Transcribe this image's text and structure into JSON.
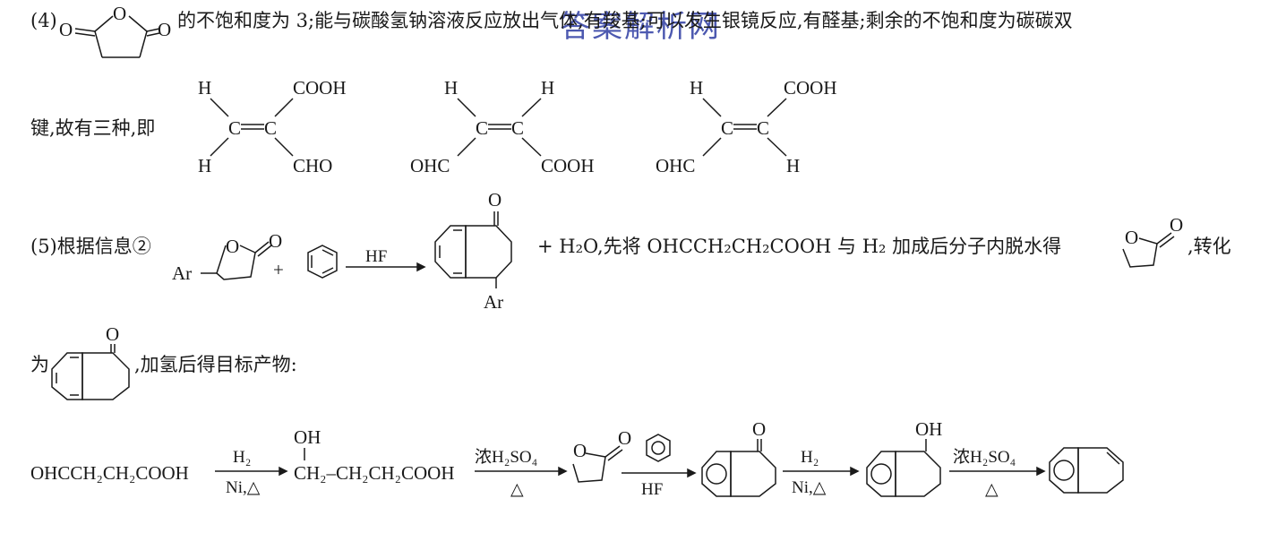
{
  "watermark": "答案解析网",
  "para4": {
    "label": "(4)",
    "text": "的不饱和度为 3;能与碳酸氢钠溶液反应放出气体,有羧基;可以发生银镜反应,有醛基;剩余的不饱和度为碳碳双"
  },
  "line2": {
    "text": "键,故有三种,即"
  },
  "isomers": {
    "h": "H",
    "c": "C",
    "cooh": "COOH",
    "cho": "CHO",
    "ohc": "OHC"
  },
  "para5": {
    "label": "(5)根据信息②",
    "ar": "Ar",
    "plus": "+",
    "hf": "HF",
    "o": "O",
    "text_after": "+ H₂O,先将 OHCCH₂CH₂COOH 与 H₂ 加成后分子内脱水得",
    "text_end": ",转化"
  },
  "line4": {
    "prefix": "为",
    "text": ",加氢后得目标产物:"
  },
  "synthesis": {
    "start": "OHCCH₂CH₂COOH",
    "step1_top": "H₂",
    "step1_bottom": "Ni,△",
    "oh": "OH",
    "intermediate": "CH₂–CH₂CH₂COOH",
    "step2_top": "浓H₂SO₄",
    "step2_bottom": "△",
    "step3_bottom": "HF",
    "step4_top": "H₂",
    "step4_bottom": "Ni,△",
    "step5_top": "浓H₂SO₄",
    "step5_bottom": "△"
  }
}
